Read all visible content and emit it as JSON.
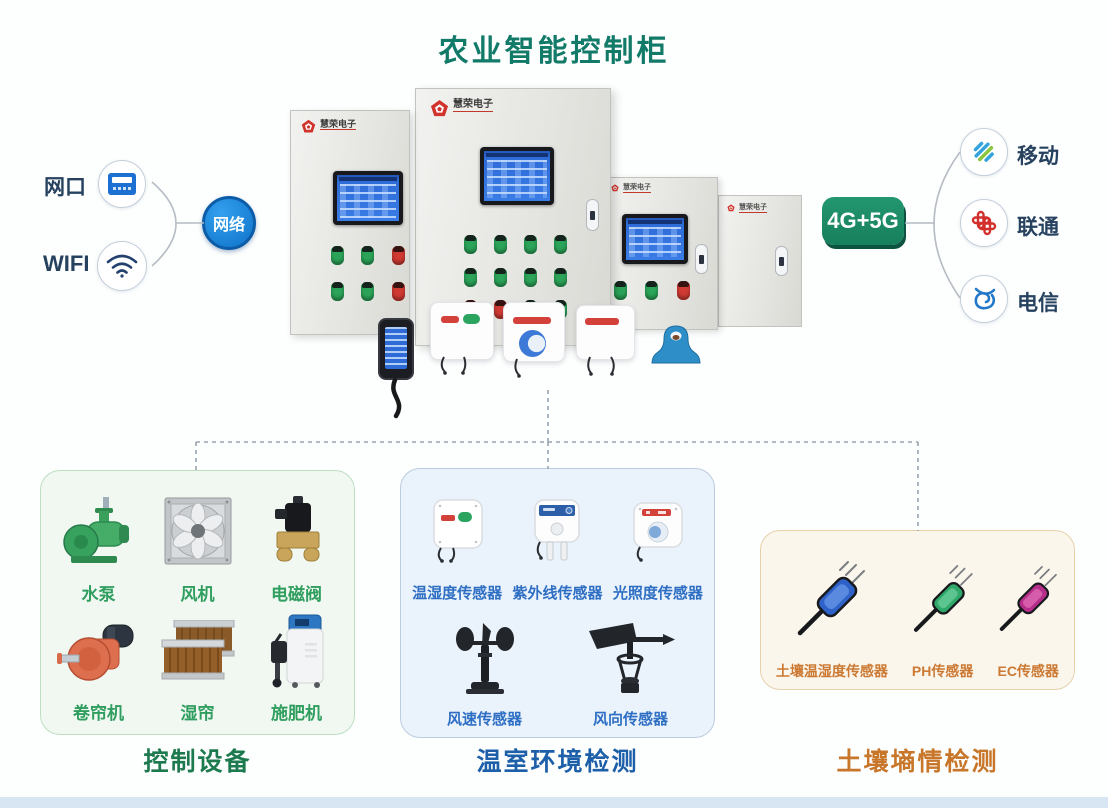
{
  "title": "农业智能控制柜",
  "brand": "慧荣电子",
  "left_link": {
    "port_label": "网口",
    "wifi_label": "WIFI",
    "hub_label": "网络"
  },
  "right_link": {
    "badge": "4G+5G",
    "carriers": [
      {
        "name": "移动",
        "icon": "china-mobile-logo"
      },
      {
        "name": "联通",
        "icon": "china-unicom-logo"
      },
      {
        "name": "电信",
        "icon": "china-telecom-logo"
      }
    ]
  },
  "control_section": {
    "caption": "控制设备",
    "items": [
      {
        "label": "水泵"
      },
      {
        "label": "风机"
      },
      {
        "label": "电磁阀"
      },
      {
        "label": "卷帘机"
      },
      {
        "label": "湿帘"
      },
      {
        "label": "施肥机"
      }
    ]
  },
  "greenhouse_section": {
    "caption": "温室环境检测",
    "top_items": [
      {
        "label": "温湿度传感器"
      },
      {
        "label": "紫外线传感器"
      },
      {
        "label": "光照度传感器"
      }
    ],
    "bottom_items": [
      {
        "label": "风速传感器"
      },
      {
        "label": "风向传感器"
      }
    ]
  },
  "soil_section": {
    "caption": "土壤墒情检测",
    "items": [
      {
        "label": "土壤温湿度传感器"
      },
      {
        "label": "PH传感器"
      },
      {
        "label": "EC传感器"
      }
    ]
  },
  "colors": {
    "title": "#127a68",
    "network_hub": "#1583dc",
    "cell_badge": "#1b8a66",
    "control_accent": "#2f9e5e",
    "greenhouse_accent": "#2e6fc4",
    "soil_accent": "#cc7a33",
    "probe_blue": "#2e62c8",
    "probe_green": "#2fa86a",
    "probe_magenta": "#b52e8a"
  }
}
